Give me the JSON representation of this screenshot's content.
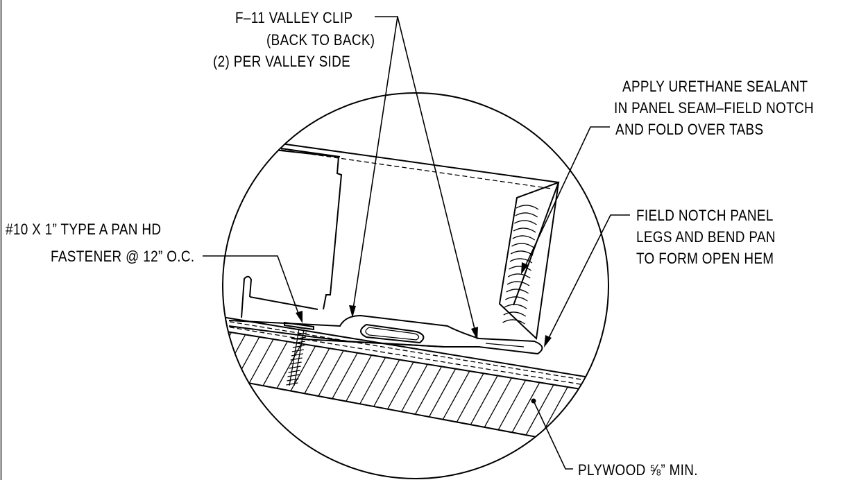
{
  "callouts": {
    "valley_clip": {
      "lines": [
        "F–11 VALLEY CLIP",
        "(BACK TO BACK)",
        "(2) PER VALLEY SIDE"
      ]
    },
    "sealant": {
      "lines": [
        "APPLY URETHANE SEALANT",
        "IN PANEL SEAM–FIELD NOTCH",
        "AND FOLD OVER TABS"
      ]
    },
    "fastener": {
      "lines": [
        "#10 X 1” TYPE A PAN HD",
        "FASTENER @ 12” O.C."
      ]
    },
    "field_notch": {
      "lines": [
        "FIELD NOTCH PANEL",
        "LEGS AND BEND PAN",
        "TO FORM OPEN HEM"
      ]
    },
    "plywood": {
      "lines": [
        "PLYWOOD ⅝” MIN."
      ]
    }
  }
}
